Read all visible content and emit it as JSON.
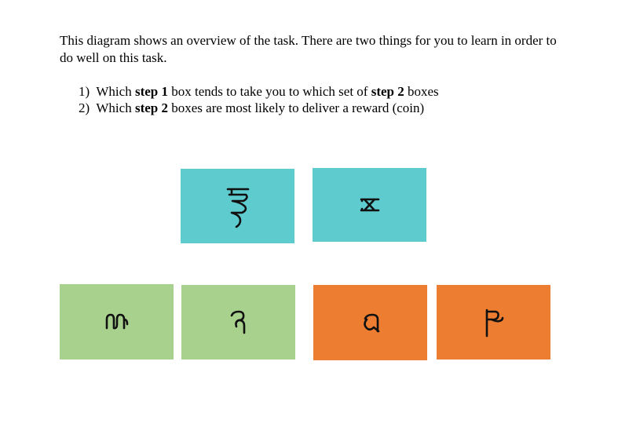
{
  "instructions": {
    "intro": "This diagram shows an overview of the task. There are two things for you to learn in order to do well on this task.",
    "items": [
      {
        "number": "1)",
        "parts": [
          "Which ",
          "step 1",
          " box tends to take you to which set of ",
          "step 2",
          " boxes"
        ]
      },
      {
        "number": "2)",
        "parts": [
          "Which ",
          "step 2",
          " boxes are most likely to deliver a reward (coin)"
        ]
      }
    ]
  },
  "colors": {
    "step1": "#5ecccf",
    "step2_green": "#a9d18e",
    "step2_orange": "#ed7d31"
  },
  "boxes": {
    "step1": [
      {
        "icon": "tibetan-symbol-a-icon"
      },
      {
        "icon": "tibetan-symbol-b-icon"
      }
    ],
    "step2": [
      {
        "icon": "tibetan-symbol-c-icon"
      },
      {
        "icon": "tibetan-symbol-d-icon"
      },
      {
        "icon": "tibetan-symbol-e-icon"
      },
      {
        "icon": "tibetan-symbol-f-icon"
      }
    ]
  }
}
